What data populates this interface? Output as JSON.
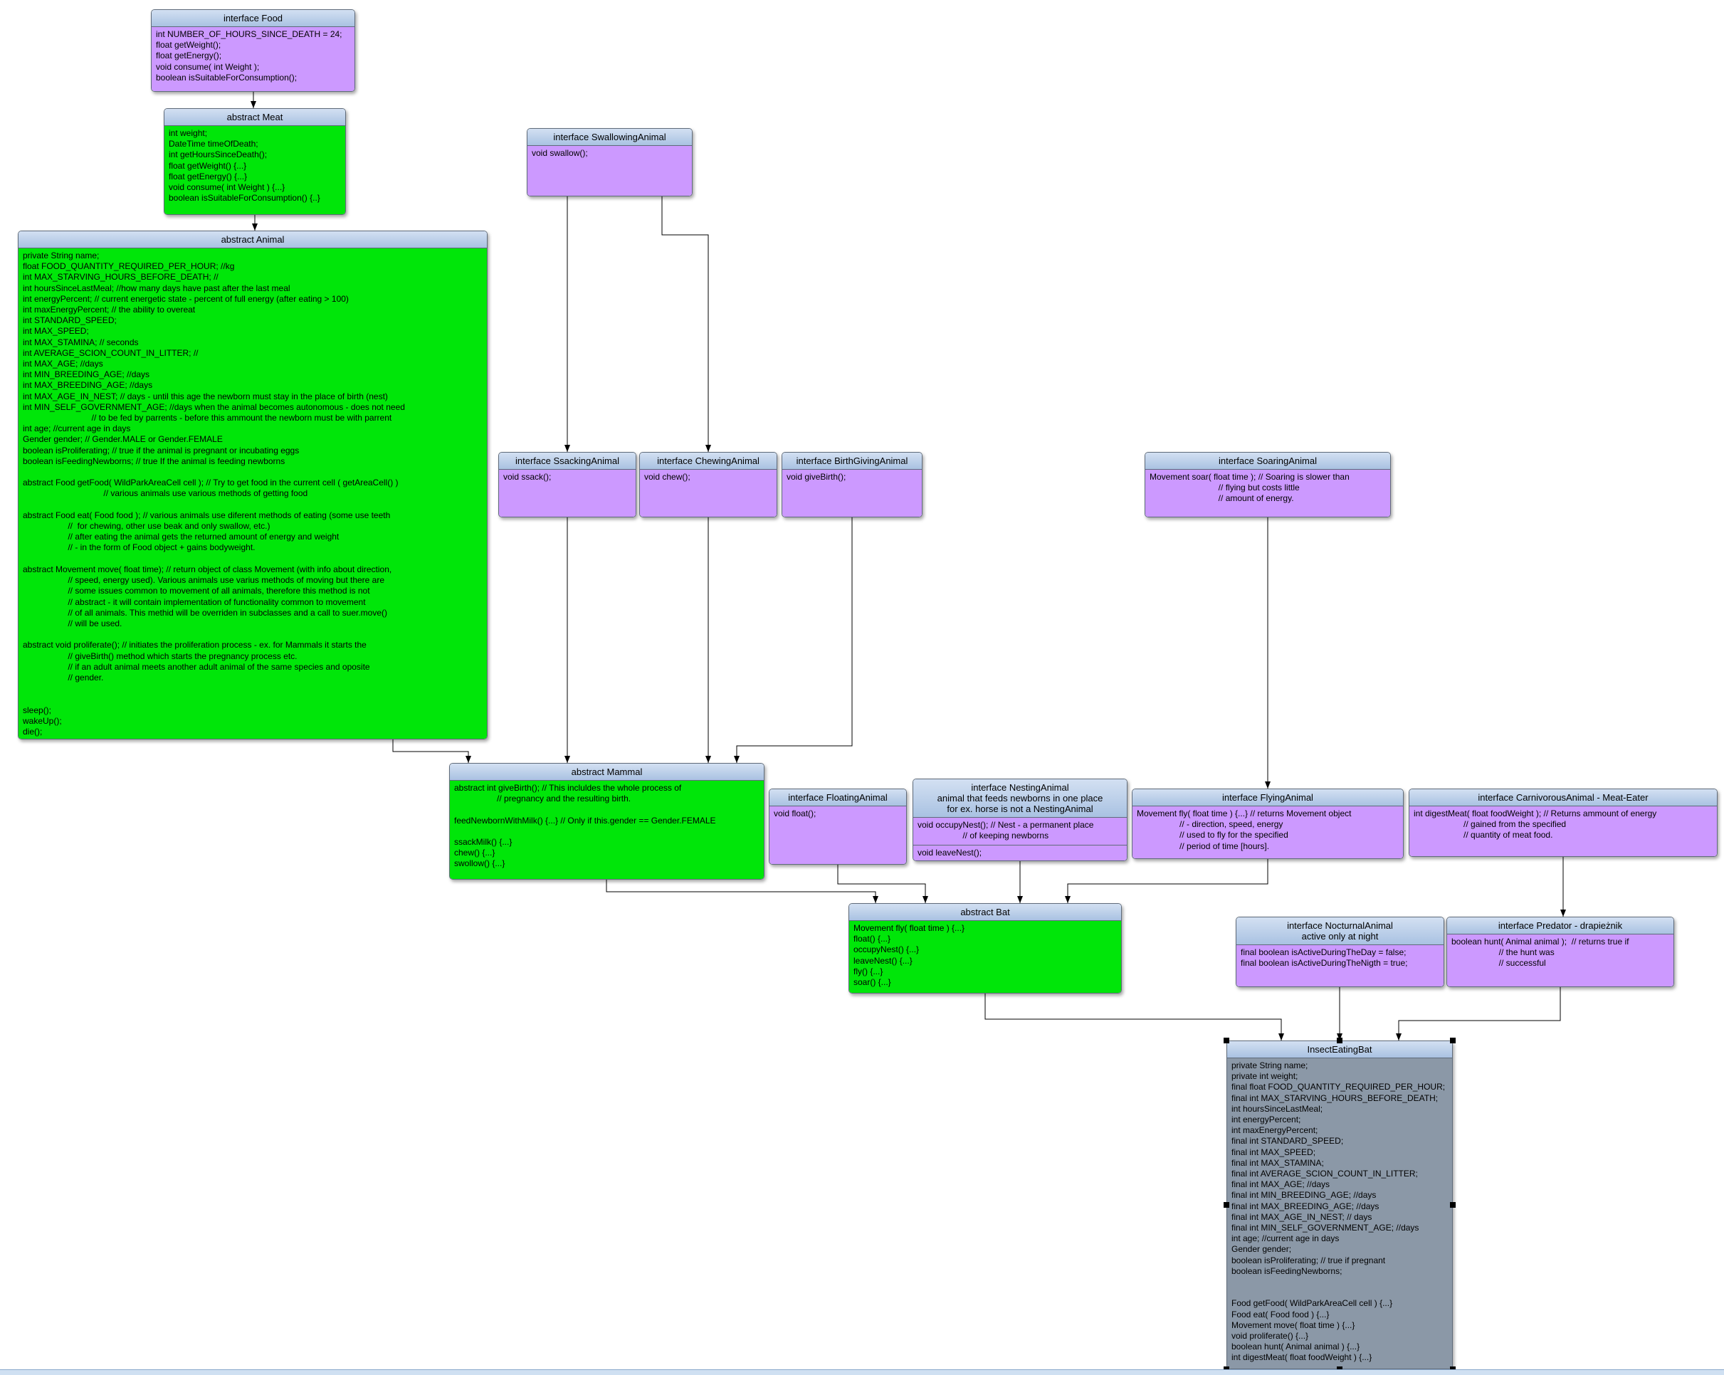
{
  "colors": {
    "interface_fill": "#cc99ff",
    "abstract_fill": "#00e609",
    "concrete_fill": "#8b98a7",
    "header_fill": "#b4c9e6",
    "edge": "#000000"
  },
  "nodes": {
    "food": {
      "title": "interface Food",
      "body": "int NUMBER_OF_HOURS_SINCE_DEATH = 24;\nfloat getWeight();\nfloat getEnergy();\nvoid consume( int Weight );\nboolean isSuitableForConsumption();"
    },
    "meat": {
      "title": "abstract Meat",
      "body": "int weight;\nDateTime timeOfDeath;\nint getHoursSinceDeath();\nfloat getWeight() {...}\nfloat getEnergy() {...}\nvoid consume( int Weight ) {...}\nboolean isSuitableForConsumption() {..}"
    },
    "animal": {
      "title": "abstract Animal",
      "body": "private String name;\nfloat FOOD_QUANTITY_REQUIRED_PER_HOUR; //kg\nint MAX_STARVING_HOURS_BEFORE_DEATH; //\nint hoursSinceLastMeal; //how many days have past after the last meal\nint energyPercent; // current energetic state - percent of full energy (after eating > 100)\nint maxEnergyPercent; // the ability to overeat\nint STANDARD_SPEED;\nint MAX_SPEED;\nint MAX_STAMINA; // seconds\nint AVERAGE_SCION_COUNT_IN_LITTER; //\nint MAX_AGE; //days\nint MIN_BREEDING_AGE; //days\nint MAX_BREEDING_AGE; //days\nint MAX_AGE_IN_NEST; // days - until this age the newborn must stay in the place of birth (nest)\nint MIN_SELF_GOVERNMENT_AGE; //days when the animal becomes autonomous - does not need\n                             // to be fed by parrents - before this ammount the newborn must be with parrent\nint age; //current age in days\nGender gender; // Gender.MALE or Gender.FEMALE\nboolean isProliferating; // true if the animal is pregnant or incubating eggs\nboolean isFeedingNewborns; // true If the animal is feeding newborns\n\nabstract Food getFood( WildParkAreaCell cell ); // Try to get food in the current cell ( getAreaCell() )\n                                  // various animals use various methods of getting food\n\nabstract Food eat( Food food ); // various animals use diferent methods of eating (some use teeth\n                   //  for chewing, other use beak and only swallow, etc.)\n                   // after eating the animal gets the returned amount of energy and weight\n                   // - in the form of Food object + gains bodyweight.\n\nabstract Movement move( float time); // return object of class Movement (with info about direction,\n                   // speed, energy used). Various animals use varius methods of moving but there are\n                   // some issues common to movement of all animals, therefore this method is not\n                   // abstract - it will contain implementation of functionality common to movement\n                   // of all animals. This methid will be overriden in subclasses and a call to suer.move()\n                   // will be used.\n\nabstract void proliferate(); // initiates the proliferation process - ex. for Mammals it starts the\n                   // giveBirth() method which starts the pregnancy process etc.\n                   // if an adult animal meets another adult animal of the same species and oposite\n                   // gender.\n\n\nsleep();\nwakeUp();\ndie();"
    },
    "swallowing": {
      "title": "interface SwallowingAnimal",
      "body": "void swallow();"
    },
    "ssacking": {
      "title": "interface SsackingAnimal",
      "body": "void ssack();"
    },
    "chewing": {
      "title": "interface ChewingAnimal",
      "body": "void chew();"
    },
    "birthgiving": {
      "title": "interface BirthGivingAnimal",
      "body": "void giveBirth();"
    },
    "soaring": {
      "title": "interface SoaringAnimal",
      "body": "Movement soar( float time ); // Soaring is slower than\n                             // flying but costs little\n                             // amount of energy."
    },
    "mammal": {
      "title": "abstract Mammal",
      "body": "abstract int giveBirth(); // This incluldes the whole process of\n                  // pregnancy and the resulting birth.\n\nfeedNewbornWithMilk() {...} // Only if this.gender == Gender.FEMALE\n\nssackMilk() {...}\nchew() {...}\nswollow() {...}"
    },
    "floating": {
      "title": "interface FloatingAnimal",
      "body": "void float();"
    },
    "nesting": {
      "title": "interface NestingAnimal\nanimal that feeds newborns in one place\nfor ex. horse is not a NestingAnimal",
      "body": "void occupyNest(); // Nest - a permanent place\n                   // of keeping newborns",
      "body2": "void leaveNest();"
    },
    "flying": {
      "title": "interface FlyingAnimal",
      "body": "Movement fly( float time ) {...} // returns Movement object\n                  // - direction, speed, energy\n                  // used to fly for the specified\n                  // period of time [hours]."
    },
    "carnivorous": {
      "title": "interface CarnivorousAnimal - Meat-Eater",
      "body": "int digestMeat( float foodWeight ); // Returns ammount of energy\n                     // gained from the specified\n                     // quantity of meat food."
    },
    "bat": {
      "title": "abstract Bat",
      "body": "Movement fly( float time ) {...}\nfloat() {...}\noccupyNest() {...}\nleaveNest() {...}\nfly() {...}\nsoar() {...}"
    },
    "nocturnal": {
      "title": "interface NocturnalAnimal\nactive only at night",
      "body": "final boolean isActiveDuringTheDay = false;\nfinal boolean isActiveDuringTheNigth = true;"
    },
    "predator": {
      "title": "interface Predator - drapieżnik",
      "body": "boolean hunt( Animal animal );  // returns true if\n                    // the hunt was\n                    // successful"
    },
    "insecteatingbat": {
      "title": "InsectEatingBat",
      "body": "private String name;\nprivate int weight;\nfinal float FOOD_QUANTITY_REQUIRED_PER_HOUR;\nfinal int MAX_STARVING_HOURS_BEFORE_DEATH;\nint hoursSinceLastMeal;\nint energyPercent;\nint maxEnergyPercent;\nfinal int STANDARD_SPEED;\nfinal int MAX_SPEED;\nfinal int MAX_STAMINA;\nfinal int AVERAGE_SCION_COUNT_IN_LITTER;\nfinal int MAX_AGE; //days\nfinal int MIN_BREEDING_AGE; //days\nfinal int MAX_BREEDING_AGE; //days\nfinal int MAX_AGE_IN_NEST; // days\nfinal int MIN_SELF_GOVERNMENT_AGE; //days\nint age; //current age in days\nGender gender;\nboolean isProliferating; // true if pregnant\nboolean isFeedingNewborns;\n\n\nFood getFood( WildParkAreaCell cell ) {...}\nFood eat( Food food ) {...}\nMovement move( float time ) {...}\nvoid proliferate() {...}\nboolean hunt( Animal animal ) {...}\nint digestMeat( float foodWeight ) {...}"
    }
  }
}
